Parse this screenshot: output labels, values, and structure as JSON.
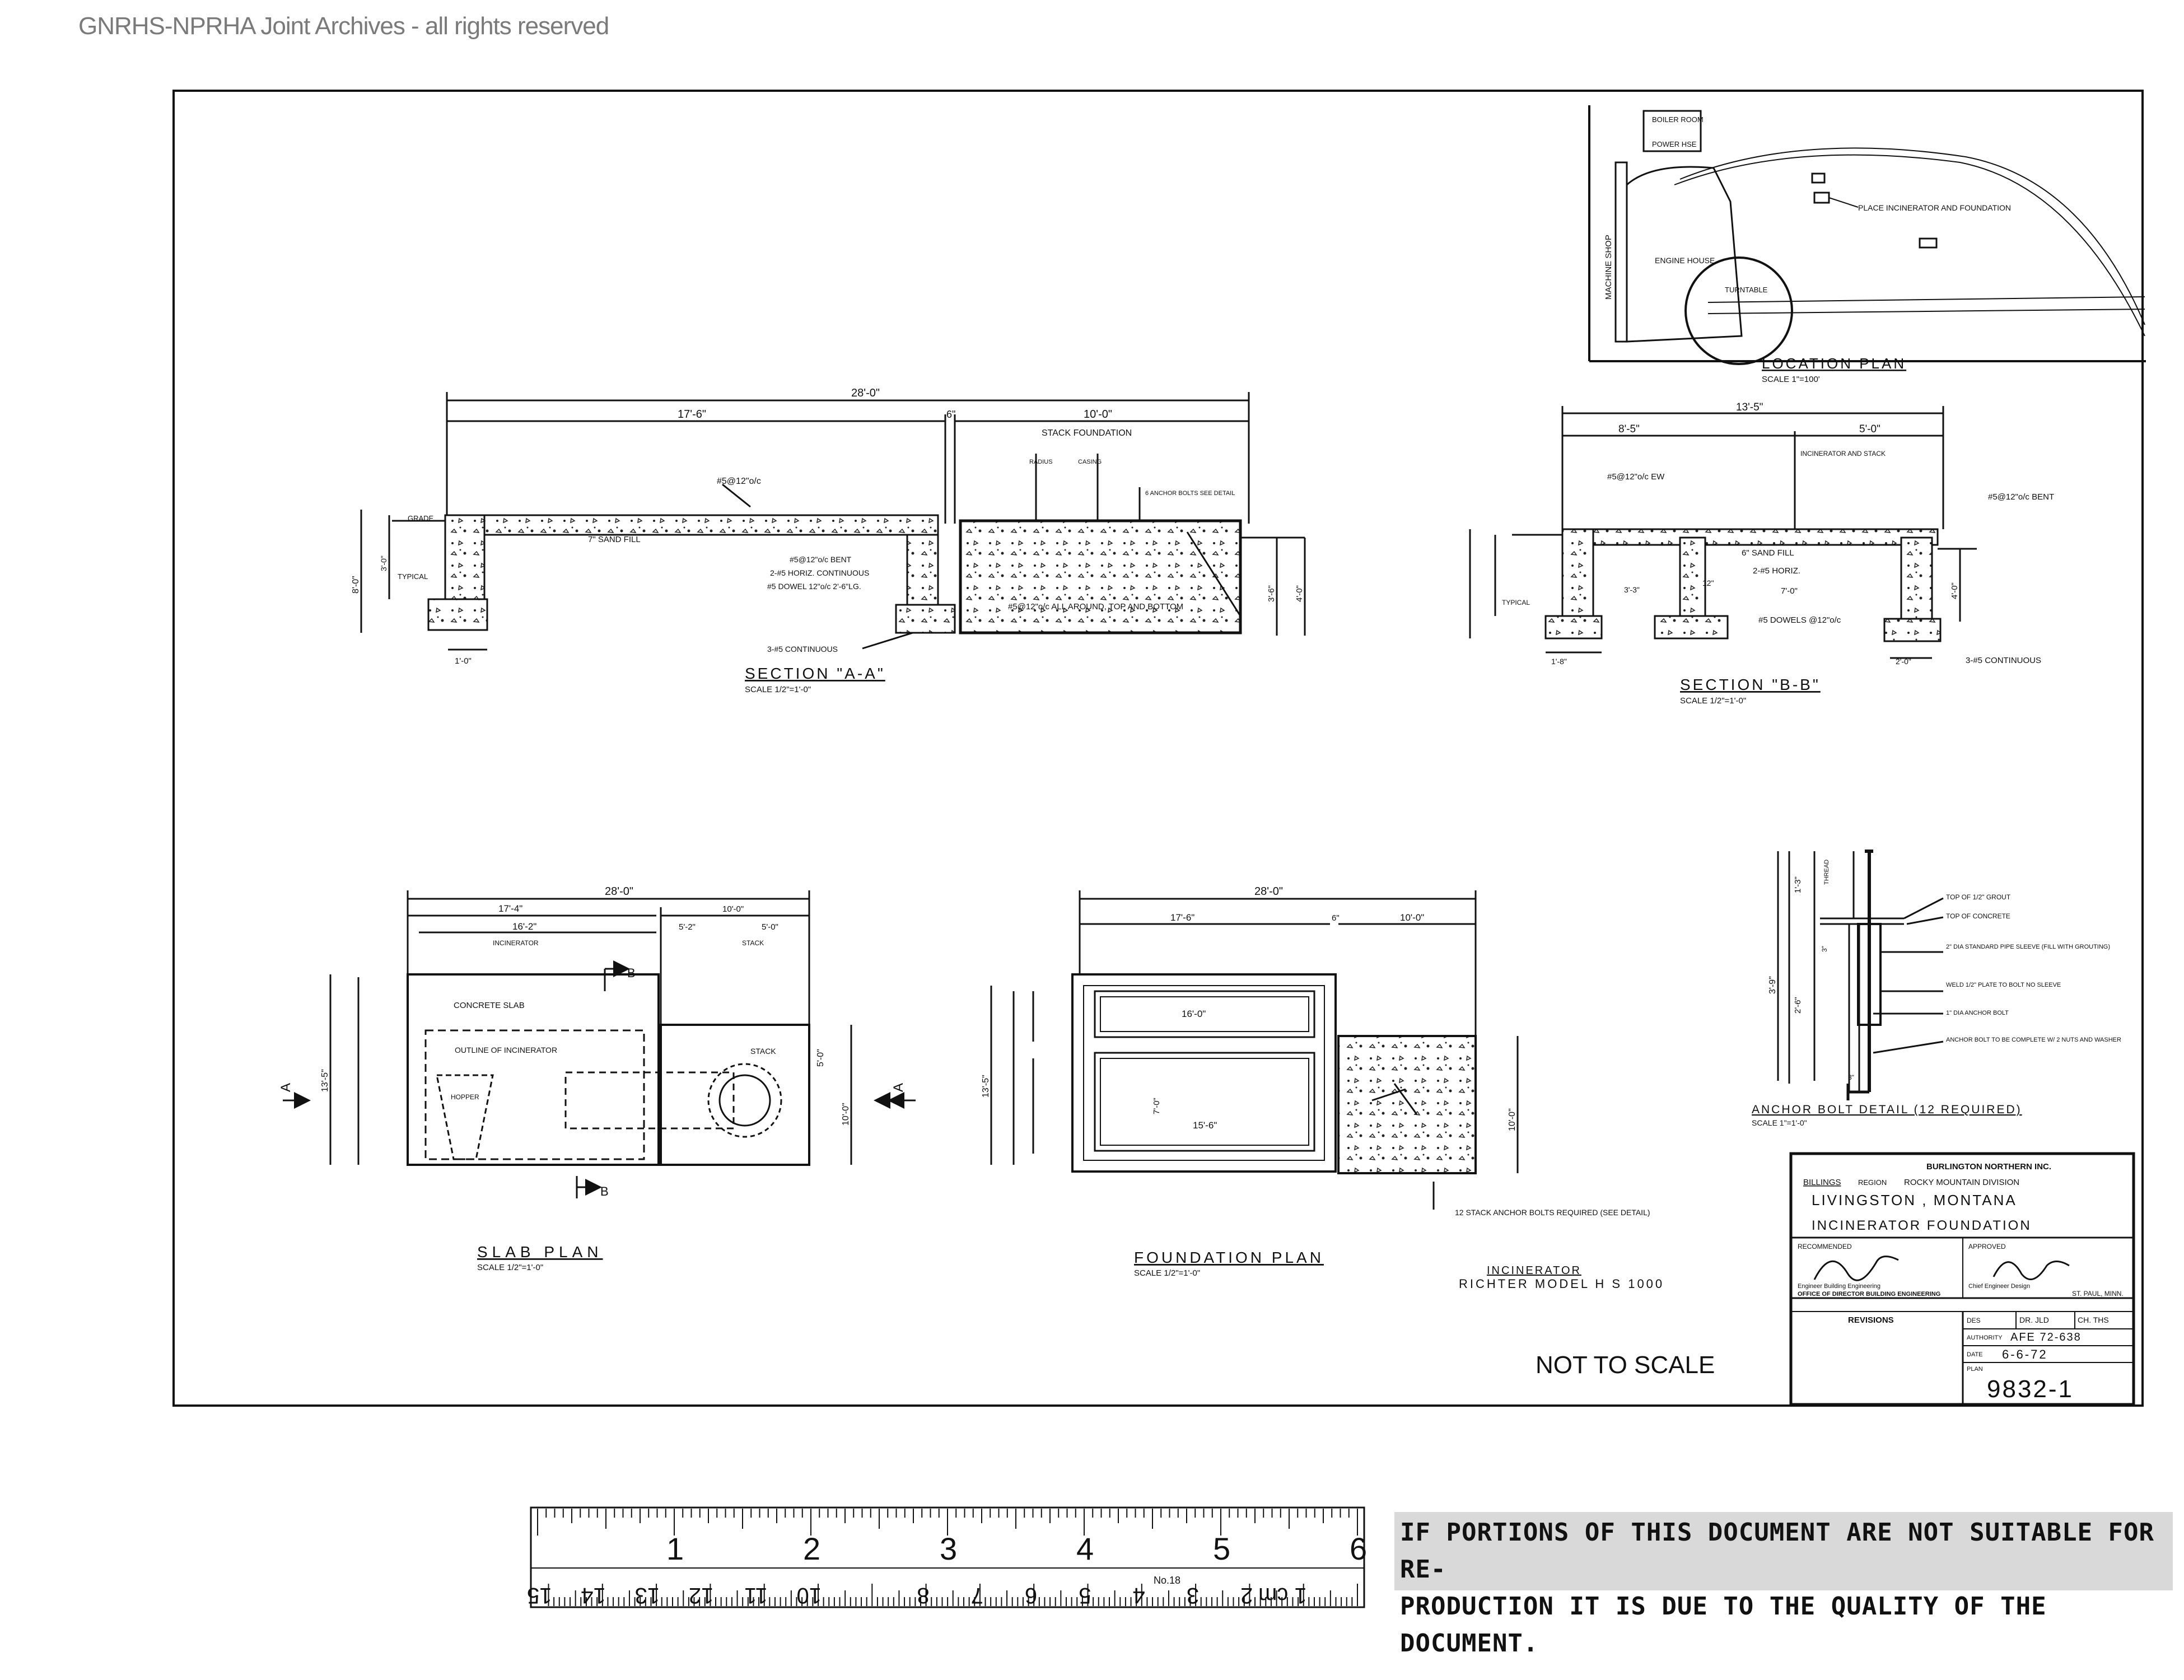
{
  "watermark": "GNRHS-NPRHA Joint Archives - all rights reserved",
  "section_aa": {
    "title": "SECTION \"A-A\"",
    "scale": "SCALE 1/2\"=1'-0\"",
    "dim_overall": "28'-0\"",
    "dim_left": "17'-6\"",
    "dim_mid": "6\"",
    "dim_right": "10'-0\"",
    "stack_foundation": "STACK FOUNDATION",
    "radius_label": "RADIUS",
    "casing_label": "CASING",
    "rebar_top": "#5@12\"o/c",
    "grade": "GRADE",
    "typical": "TYPICAL",
    "sand_fill": "7\" SAND FILL",
    "rebar_bent": "#5@12\"o/c BENT",
    "horiz_cont": "2-#5 HORIZ. CONTINUOUS",
    "dowel": "#5 DOWEL 12\"o/c 2'-6\"LG.",
    "all_around": "#5@12\"o/c ALL AROUND, TOP AND BOTTOM",
    "continuous": "3-#5 CONTINUOUS",
    "anchor_note": "6 ANCHOR BOLTS SEE DETAIL",
    "dim_v1": "8'-0\"",
    "dim_v2": "3'-0\"",
    "dim_v3": "1'-0\"",
    "dim_w1": "1'-0\"",
    "dim_r1": "4'-0\"",
    "dim_r2": "3'-6\""
  },
  "section_bb": {
    "title": "SECTION \"B-B\"",
    "scale": "SCALE 1/2\"=1'-0\"",
    "dim_overall": "13'-5\"",
    "dim_left": "8'-5\"",
    "dim_right": "5'-0\"",
    "incinerator_stack": "INCINERATOR AND STACK",
    "rebar": "#5@12\"o/c EW",
    "bent": "#5@12\"o/c BENT",
    "sand_fill": "6\" SAND FILL",
    "horiz": "2-#5 HORIZ.",
    "dim_7": "7'-0\"",
    "dowels": "#5 DOWELS @12\"o/c",
    "continuous": "3-#5 CONTINUOUS",
    "dim_a": "3'-3\"",
    "dim_b": "1'-8\"",
    "dim_c": "2'-0\"",
    "dim_d": "12\"",
    "dim_e": "4'-0\"",
    "typical": "TYPICAL"
  },
  "location_plan": {
    "title": "LOCATION PLAN",
    "scale": "SCALE 1\"=100'",
    "boiler_room": "BOILER ROOM",
    "power_house": "POWER HSE",
    "machine_shop": "MACHINE SHOP",
    "engine_house": "ENGINE HOUSE",
    "turntable": "TURNTABLE",
    "place_note": "PLACE INCINERATOR AND FOUNDATION"
  },
  "slab_plan": {
    "title": "SLAB PLAN",
    "scale": "SCALE 1/2\"=1'-0\"",
    "dim_overall": "28'-0\"",
    "dim_a": "17'-4\"",
    "dim_b": "10'-0\"",
    "dim_c": "16'-2\"",
    "dim_d": "5'-2\"",
    "dim_e": "5'-0\"",
    "incinerator": "INCINERATOR",
    "stack": "STACK",
    "concrete_slab": "CONCRETE SLAB",
    "outline": "OUTLINE OF INCINERATOR",
    "hopper": "HOPPER",
    "stack2": "STACK",
    "section_a": "A",
    "section_b": "B",
    "dim_v1": "13'-5\"",
    "dim_v2": "10'-0\"",
    "dim_v3": "5'-0\""
  },
  "foundation_plan": {
    "title": "FOUNDATION PLAN",
    "scale": "SCALE 1/2\"=1'-0\"",
    "dim_overall": "28'-0\"",
    "dim_a": "17'-6\"",
    "dim_b": "6\"",
    "dim_c": "10'-0\"",
    "dim_d": "16'-0\"",
    "dim_e": "15'-6\"",
    "dim_f": "7'-0\"",
    "dim_v1": "13'-5\"",
    "dim_v2": "10'-0\"",
    "section_a": "A",
    "anchor_note": "12 STACK ANCHOR BOLTS REQUIRED (SEE DETAIL)"
  },
  "incinerator_note": {
    "line1": "INCINERATOR",
    "line2": "RICHTER MODEL H S 1000"
  },
  "anchor_detail": {
    "title": "ANCHOR BOLT DETAIL (12 REQUIRED)",
    "scale": "SCALE 1\"=1'-0\"",
    "top_grout": "TOP OF 1/2\" GROUT",
    "top_concrete": "TOP OF CONCRETE",
    "sleeve": "2\" DIA STANDARD PIPE SLEEVE (FILL WITH GROUTING)",
    "weld": "WELD 1/2\" PLATE TO BOLT NO SLEEVE",
    "bolt": "1\" DIA ANCHOR BOLT",
    "supplied": "ANCHOR BOLT TO BE COMPLETE W/ 2 NUTS AND WASHER",
    "dim_a": "3'-9\"",
    "dim_b": "1'-3\"",
    "dim_c": "2'-6\"",
    "thread": "THREAD",
    "dim_d": "3\"",
    "dim_e": "3\""
  },
  "not_to_scale": "NOT TO SCALE",
  "title_block": {
    "company": "BURLINGTON NORTHERN INC.",
    "region": "BILLINGS",
    "region_label": "REGION",
    "division": "ROCKY MOUNTAIN DIVISION",
    "location": "LIVINGSTON , MONTANA",
    "subject": "INCINERATOR FOUNDATION",
    "recommended": "RECOMMENDED",
    "approved": "APPROVED",
    "rec_title": "Engineer Building Engineering",
    "app_title": "Chief Engineer Design",
    "office": "OFFICE OF DIRECTOR BUILDING ENGINEERING",
    "city": "ST. PAUL, MINN.",
    "revisions": "REVISIONS",
    "des": "DES",
    "dr": "DR. JLD",
    "ch": "CH. THS",
    "authority_label": "AUTHORITY",
    "authority": "AFE 72-638",
    "date_label": "DATE",
    "date": "6-6-72",
    "plan_label": "PLAN",
    "plan": "9832-1"
  },
  "ruler": {
    "inches": [
      "1",
      "2",
      "3",
      "4",
      "5",
      "6"
    ],
    "cm": [
      "1 cm",
      "2",
      "3",
      "4",
      "5",
      "6",
      "7",
      "8",
      "10",
      "11",
      "12",
      "13",
      "14",
      "15"
    ],
    "model": "No.18"
  },
  "notice": {
    "line1": "IF PORTIONS OF THIS DOCUMENT ARE NOT SUITABLE FOR RE-",
    "line2": "PRODUCTION IT IS DUE TO THE QUALITY OF THE DOCUMENT."
  }
}
